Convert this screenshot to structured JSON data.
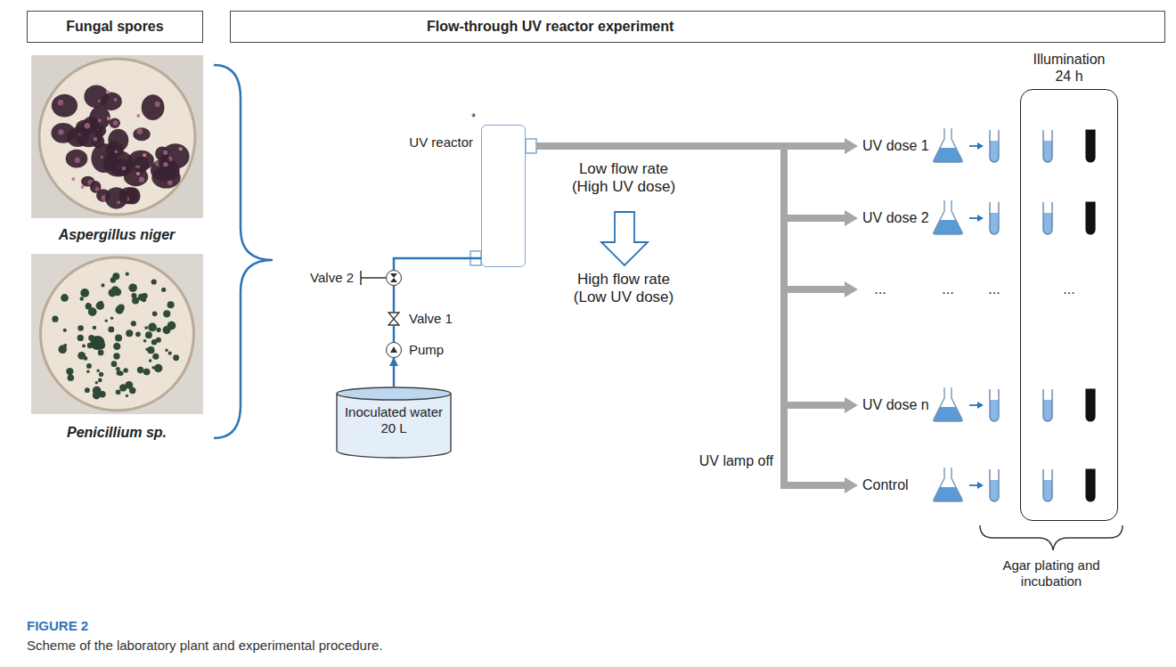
{
  "diagram": {
    "caption": "Scheme of the laboratory plant and experimental procedure.",
    "nodes": [
      {
        "text": [
          "Fungal spores"
        ]
      },
      {
        "text": [
          "Flow-through UV reactor experiment"
        ]
      },
      {
        "text": [
          "UV reactor"
        ]
      },
      {
        "text": [
          "Valve 2"
        ]
      },
      {
        "text": [
          "Valve 1"
        ]
      },
      {
        "text": [
          "Pump"
        ]
      },
      {
        "text": [
          "Inoculated water 20 L"
        ]
      },
      {
        "text": [
          "Illumination 24 h"
        ]
      }
    ],
    "edges": [
      {
        "from": 6,
        "to": 5,
        "arrow": "to"
      },
      {
        "from": 5,
        "to": 4,
        "arrow": "none"
      },
      {
        "from": 4,
        "to": 3,
        "arrow": "none"
      },
      {
        "from": 3,
        "to": 2,
        "arrow": "none"
      }
    ],
    "labels": [
      "*",
      "Aspergillus niger",
      "Penicillium sp.",
      "Low flow rate (High UV dose)",
      "High flow rate (Low UV dose)",
      "UV dose 1",
      "UV dose 2",
      "...",
      "...",
      "...",
      "...",
      "UV dose n",
      "UV lamp off",
      "Control",
      "Agar plating and incubation",
      "FIGURE 2"
    ]
  }
}
